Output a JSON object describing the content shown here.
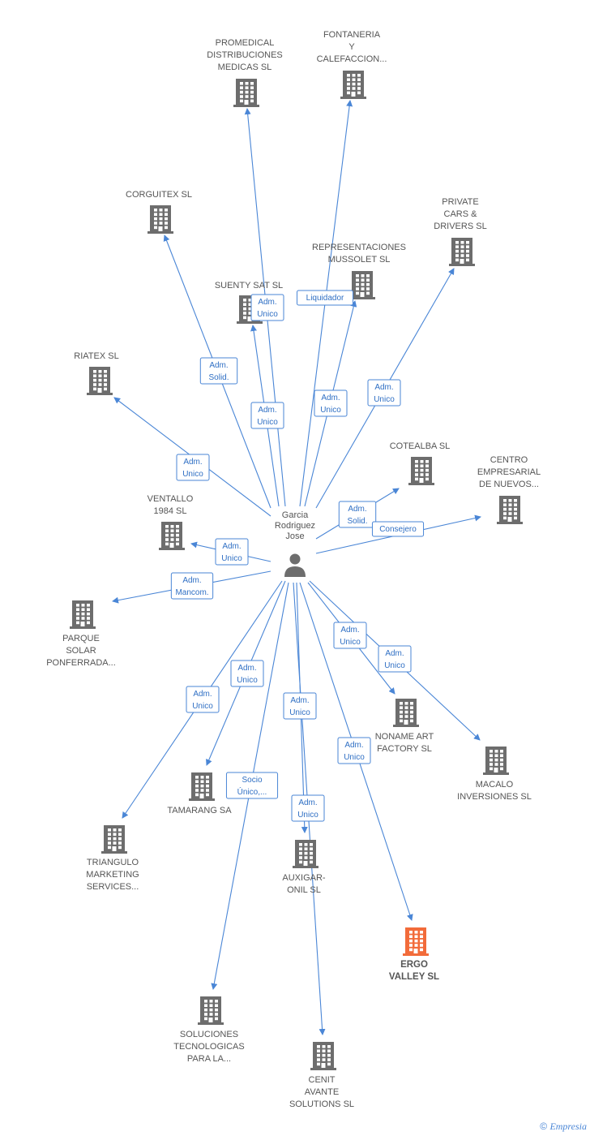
{
  "colors": {
    "edge": "#4a86d6",
    "building": "#6d6d6d",
    "highlight": "#f26b3a",
    "label": "#555555"
  },
  "center": {
    "lines": [
      "Garcia",
      "Rodriguez",
      "Jose"
    ],
    "icon": "person-icon"
  },
  "nodes": [
    {
      "id": "promedical",
      "lines": [
        "PROMEDICAL",
        "DISTRIBUCIONES",
        "MEDICAS SL"
      ],
      "icon": "building-icon"
    },
    {
      "id": "fontaneria",
      "lines": [
        "FONTANERIA",
        "Y",
        "CALEFACCION..."
      ],
      "icon": "building-icon"
    },
    {
      "id": "corguitex",
      "lines": [
        "CORGUITEX SL"
      ],
      "icon": "building-icon"
    },
    {
      "id": "private",
      "lines": [
        "PRIVATE",
        "CARS &",
        "DRIVERS  SL"
      ],
      "icon": "building-icon"
    },
    {
      "id": "representaciones",
      "lines": [
        "REPRESENTACIONES",
        "MUSSOLET SL"
      ],
      "icon": "building-icon"
    },
    {
      "id": "suenty",
      "lines": [
        "SUENTY SAT SL"
      ],
      "icon": "building-icon"
    },
    {
      "id": "riatex",
      "lines": [
        "RIATEX  SL"
      ],
      "icon": "building-icon"
    },
    {
      "id": "cotealba",
      "lines": [
        "COTEALBA SL"
      ],
      "icon": "building-icon"
    },
    {
      "id": "centro",
      "lines": [
        "CENTRO",
        "EMPRESARIAL",
        "DE NUEVOS..."
      ],
      "icon": "building-icon"
    },
    {
      "id": "ventallo",
      "lines": [
        "VENTALLO",
        "1984  SL"
      ],
      "icon": "building-icon"
    },
    {
      "id": "parque",
      "lines": [
        "PARQUE",
        "SOLAR",
        "PONFERRADA..."
      ],
      "icon": "building-icon"
    },
    {
      "id": "noname",
      "lines": [
        "NONAME ART",
        "FACTORY  SL"
      ],
      "icon": "building-icon"
    },
    {
      "id": "macalo",
      "lines": [
        "MACALO",
        "INVERSIONES SL"
      ],
      "icon": "building-icon"
    },
    {
      "id": "tamarang",
      "lines": [
        "TAMARANG SA"
      ],
      "icon": "building-icon"
    },
    {
      "id": "triangulo",
      "lines": [
        "TRIANGULO",
        "MARKETING",
        "SERVICES..."
      ],
      "icon": "building-icon"
    },
    {
      "id": "auxigar",
      "lines": [
        "AUXIGAR-",
        "ONIL SL"
      ],
      "icon": "building-icon"
    },
    {
      "id": "ergo",
      "lines": [
        "ERGO",
        "VALLEY SL"
      ],
      "icon": "building-icon",
      "highlight": true
    },
    {
      "id": "soluciones",
      "lines": [
        "SOLUCIONES",
        "TECNOLOGICAS",
        "PARA LA..."
      ],
      "icon": "building-icon"
    },
    {
      "id": "cenit",
      "lines": [
        "CENIT",
        "AVANTE",
        "SOLUTIONS  SL"
      ],
      "icon": "building-icon"
    }
  ],
  "edges": [
    {
      "to": "promedical",
      "label": [
        "Adm.",
        "Unico"
      ]
    },
    {
      "to": "fontaneria",
      "label": [
        "Liquidador"
      ]
    },
    {
      "to": "corguitex",
      "label": [
        "Adm.",
        "Solid."
      ]
    },
    {
      "to": "private",
      "label": [
        "Adm.",
        "Unico"
      ]
    },
    {
      "to": "representaciones",
      "label": [
        "Adm.",
        "Unico"
      ]
    },
    {
      "to": "suenty",
      "label": [
        "Adm.",
        "Unico"
      ]
    },
    {
      "to": "riatex",
      "label": [
        "Adm.",
        "Unico"
      ]
    },
    {
      "to": "cotealba",
      "label": [
        "Adm.",
        "Solid."
      ]
    },
    {
      "to": "centro",
      "label": [
        "Consejero"
      ]
    },
    {
      "to": "ventallo",
      "label": [
        "Adm.",
        "Unico"
      ]
    },
    {
      "to": "parque",
      "label": [
        "Adm.",
        "Mancom."
      ]
    },
    {
      "to": "noname",
      "label": [
        "Adm.",
        "Unico"
      ]
    },
    {
      "to": "macalo",
      "label": [
        "Adm.",
        "Unico"
      ]
    },
    {
      "to": "tamarang",
      "label": [
        "Adm.",
        "Unico"
      ]
    },
    {
      "to": "triangulo",
      "label": [
        "Adm.",
        "Unico"
      ]
    },
    {
      "to": "auxigar",
      "label": [
        "Adm.",
        "Unico"
      ]
    },
    {
      "to": "ergo",
      "label": [
        "Adm.",
        "Unico"
      ]
    },
    {
      "to": "soluciones",
      "label": [
        "Socio",
        "Único,..."
      ]
    },
    {
      "to": "cenit",
      "label": [
        "Adm.",
        "Unico"
      ]
    }
  ],
  "footer": {
    "copyright": "©",
    "brand": "Empresia"
  }
}
